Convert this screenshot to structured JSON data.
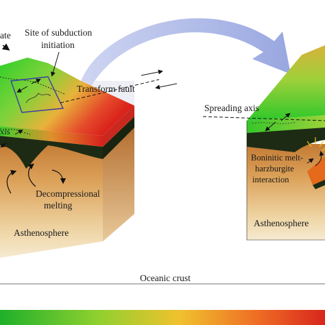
{
  "labels": {
    "plate_fragment": "ate",
    "subduction_line1": "Site of subduction",
    "subduction_line2": "initiation",
    "transform_fault": "Transform fault",
    "axis_fragment": "xis",
    "decomp_line1": "Decompressional",
    "decomp_line2": "melting",
    "asthenosphere_left": "Asthenosphere",
    "spreading_axis": "Spreading axis",
    "boninitic_line1": "Boninitic melt-",
    "boninitic_line2": "harzburgite",
    "boninitic_line3": "interaction",
    "asthenosphere_right": "Asthenosphere",
    "oceanic_crust": "Oceanic crust"
  },
  "colors": {
    "arrow_blue": "#a9b6e6",
    "box_outline": "#3a3aa6",
    "surface_green": "#22c42a",
    "surface_red": "#e0241c",
    "lithosphere_dark": "#1d2b14",
    "mantle_top": "#c9893a",
    "mantle_bottom": "#f4e7c8",
    "scale_start": "#1fb02a",
    "scale_end": "#d8261c"
  }
}
